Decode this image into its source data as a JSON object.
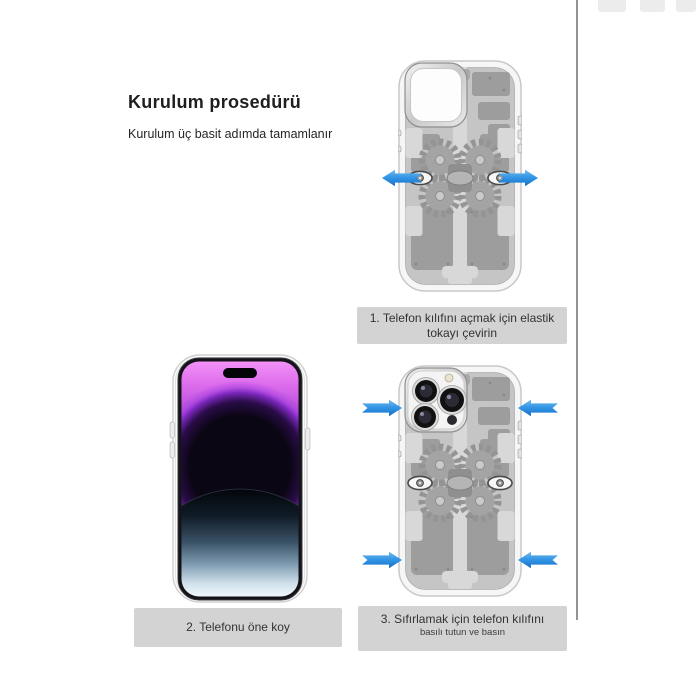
{
  "header": {
    "title": "Kurulum prosedürü",
    "subtitle": "Kurulum üç basit adımda tamamlanır"
  },
  "steps": [
    {
      "caption": "1. Telefon kılıfını açmak için elastik tokayı çevirin"
    },
    {
      "caption": "2. Telefonu öne koy"
    },
    {
      "caption": "3. Sıfırlamak için telefon kılıfını",
      "caption_detail": "basılı tutun ve basın"
    }
  ],
  "figures": {
    "step1": "case-back-gear-mechanism-buckles-arrows-outward",
    "step2": "phone-front-purple-wallpaper-in-clear-case",
    "step3": "phone-in-case-back-arrows-inward"
  },
  "icons": {
    "arrow": "blue-direction-arrow",
    "buckle": "elastic-buckle-oval",
    "gear": "gear-wheel"
  },
  "colors": {
    "arrow_blue": "#2f93e3",
    "arrow_blue_dark": "#1a72c8",
    "caption_bg": "#d3d3d3",
    "case_base_gray": "#c5c5c5",
    "case_pattern_gray": "#9d9d9d",
    "wallpaper_pink": "#f291f7",
    "wallpaper_purple": "#7c28bd",
    "text": "#2e2e2e"
  }
}
